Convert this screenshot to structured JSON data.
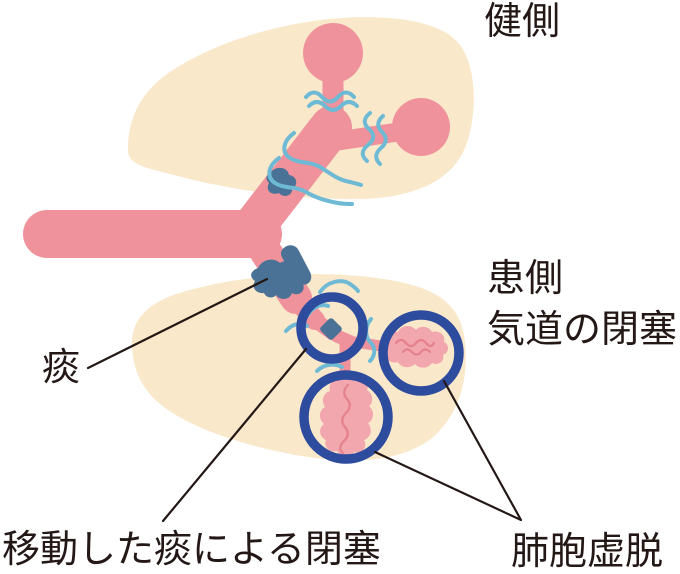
{
  "labels": {
    "healthy_side": "健側",
    "affected_side": "患側",
    "airway_obstruction": "気道の閉塞",
    "sputum": "痰",
    "moved_sputum_obstruction": "移動した痰による閉塞",
    "alveolar_collapse": "肺胞虚脱"
  },
  "colors": {
    "background": "#FFFFFF",
    "lung": "#FAE8CB",
    "bronchus": "#EF929C",
    "collapsed_alveolus": "#F2A6AE",
    "collapsed_detail": "#E5818D",
    "sputum": "#4A7296",
    "airflow": "#6EBAD5",
    "highlight": "#2E4C9E",
    "leader": "#231815",
    "text": "#231815"
  }
}
